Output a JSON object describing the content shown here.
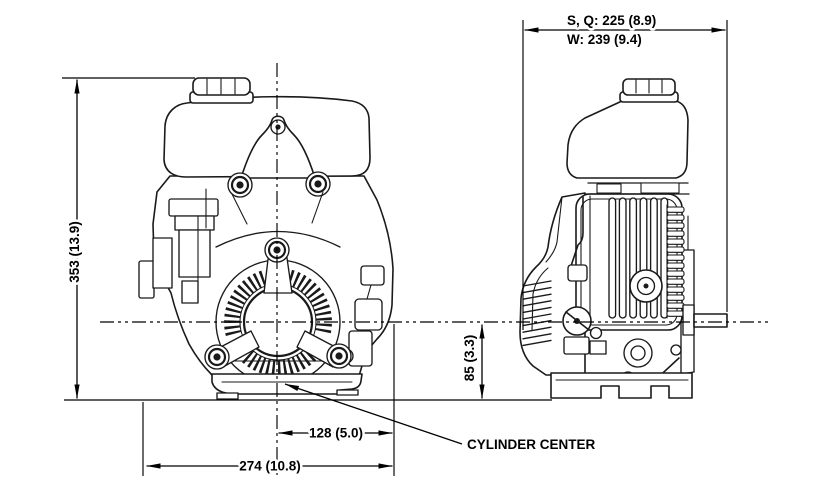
{
  "diagram": {
    "kind": "engine-outline-dimension-drawing",
    "views": [
      "front",
      "side"
    ]
  },
  "dimensions": {
    "front_height": "353 (13.9)",
    "cylinder_offset": "128 (5.0)",
    "front_width": "274 (10.8)",
    "side_width_sq": "S, Q: 225 (8.9)",
    "side_width_w": "W: 239 (9.4)",
    "shaft_center_height": "85 (3.3)"
  },
  "callouts": {
    "cylinder_center": "CYLINDER CENTER"
  },
  "colors": {
    "background": "#ffffff",
    "line": "#1a1a1a",
    "dimension": "#000000"
  }
}
